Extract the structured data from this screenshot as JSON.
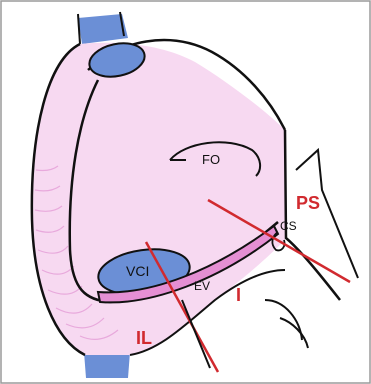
{
  "diagram": {
    "labels": {
      "fo": "FO",
      "ps": "PS",
      "cs": "CS",
      "vci": "VCI",
      "ev": "EV",
      "i": "I",
      "il": "IL"
    },
    "colors": {
      "tissue_pink": "#f7d9f1",
      "vessel_blue": "#6b8fd6",
      "red_line": "#d12a2f",
      "outline": "#111111",
      "frame": "#9a9a9a"
    }
  }
}
